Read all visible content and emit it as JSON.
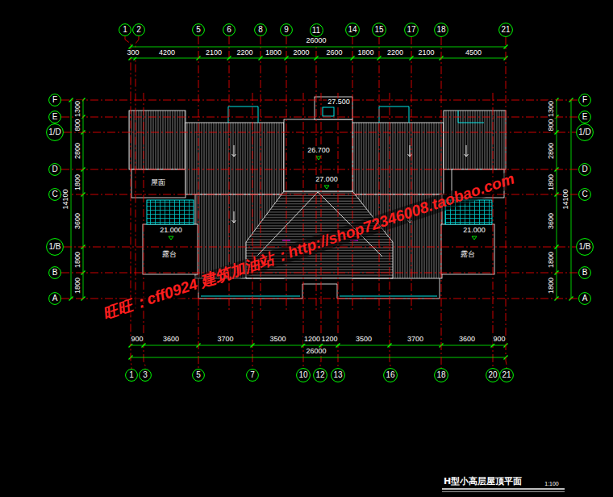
{
  "diagram": {
    "title": "H型小高层屋顶平面",
    "nodes": [
      {
        "text": [
          "1"
        ]
      },
      {
        "text": [
          "2"
        ]
      },
      {
        "text": [
          "5"
        ]
      },
      {
        "text": [
          "6"
        ]
      },
      {
        "text": [
          "8"
        ]
      },
      {
        "text": [
          "9"
        ]
      },
      {
        "text": [
          "11"
        ]
      },
      {
        "text": [
          "14"
        ]
      },
      {
        "text": [
          "15"
        ]
      },
      {
        "text": [
          "17"
        ]
      },
      {
        "text": [
          "18"
        ]
      },
      {
        "text": [
          "21"
        ]
      },
      {
        "text": [
          "F"
        ]
      },
      {
        "text": [
          "E"
        ]
      },
      {
        "text": [
          "1/D"
        ]
      },
      {
        "text": [
          "D"
        ]
      },
      {
        "text": [
          "C"
        ]
      },
      {
        "text": [
          "1/B"
        ]
      },
      {
        "text": [
          "B"
        ]
      },
      {
        "text": [
          "A"
        ]
      },
      {
        "text": [
          "F"
        ]
      },
      {
        "text": [
          "E"
        ]
      },
      {
        "text": [
          "1/D"
        ]
      },
      {
        "text": [
          "D"
        ]
      },
      {
        "text": [
          "C"
        ]
      },
      {
        "text": [
          "1/B"
        ]
      },
      {
        "text": [
          "B"
        ]
      },
      {
        "text": [
          "A"
        ]
      },
      {
        "text": [
          "1"
        ]
      },
      {
        "text": [
          "3"
        ]
      },
      {
        "text": [
          "5"
        ]
      },
      {
        "text": [
          "7"
        ]
      },
      {
        "text": [
          "10"
        ]
      },
      {
        "text": [
          "12"
        ]
      },
      {
        "text": [
          "13"
        ]
      },
      {
        "text": [
          "16"
        ]
      },
      {
        "text": [
          "18"
        ]
      },
      {
        "text": [
          "20"
        ]
      },
      {
        "text": [
          "21"
        ]
      }
    ],
    "edges": [
      {
        "from": 0,
        "to": 28,
        "arrow": "none"
      },
      {
        "from": 2,
        "to": 30,
        "arrow": "none"
      },
      {
        "from": 10,
        "to": 36,
        "arrow": "none"
      },
      {
        "from": 11,
        "to": 38,
        "arrow": "none"
      },
      {
        "from": 12,
        "to": 20,
        "arrow": "none"
      },
      {
        "from": 13,
        "to": 21,
        "arrow": "none"
      },
      {
        "from": 14,
        "to": 22,
        "arrow": "none"
      },
      {
        "from": 15,
        "to": 23,
        "arrow": "none"
      },
      {
        "from": 16,
        "to": 24,
        "arrow": "none"
      },
      {
        "from": 17,
        "to": 25,
        "arrow": "none"
      },
      {
        "from": 18,
        "to": 26,
        "arrow": "none"
      },
      {
        "from": 19,
        "to": 27,
        "arrow": "none"
      }
    ],
    "labels": [
      "26000",
      "300",
      "4200",
      "2100",
      "2200",
      "1800",
      "2000",
      "2600",
      "1800",
      "2200",
      "2100",
      "4500",
      "900",
      "3600",
      "3700",
      "3500",
      "1200",
      "1200",
      "3500",
      "3700",
      "3600",
      "900",
      "26000",
      "14100",
      "1300",
      "800",
      "2800",
      "1800",
      "3600",
      "1800",
      "1800",
      "14100",
      "1300",
      "800",
      "2800",
      "1800",
      "3600",
      "1800",
      "1800",
      "27.500",
      "26.700",
      "27.000",
      "21.000",
      "21.000",
      "屋面",
      "露台",
      "露台",
      "旺旺：cff0924 建筑加油站：http://shop72346008.taobao.com",
      "1:100"
    ]
  }
}
